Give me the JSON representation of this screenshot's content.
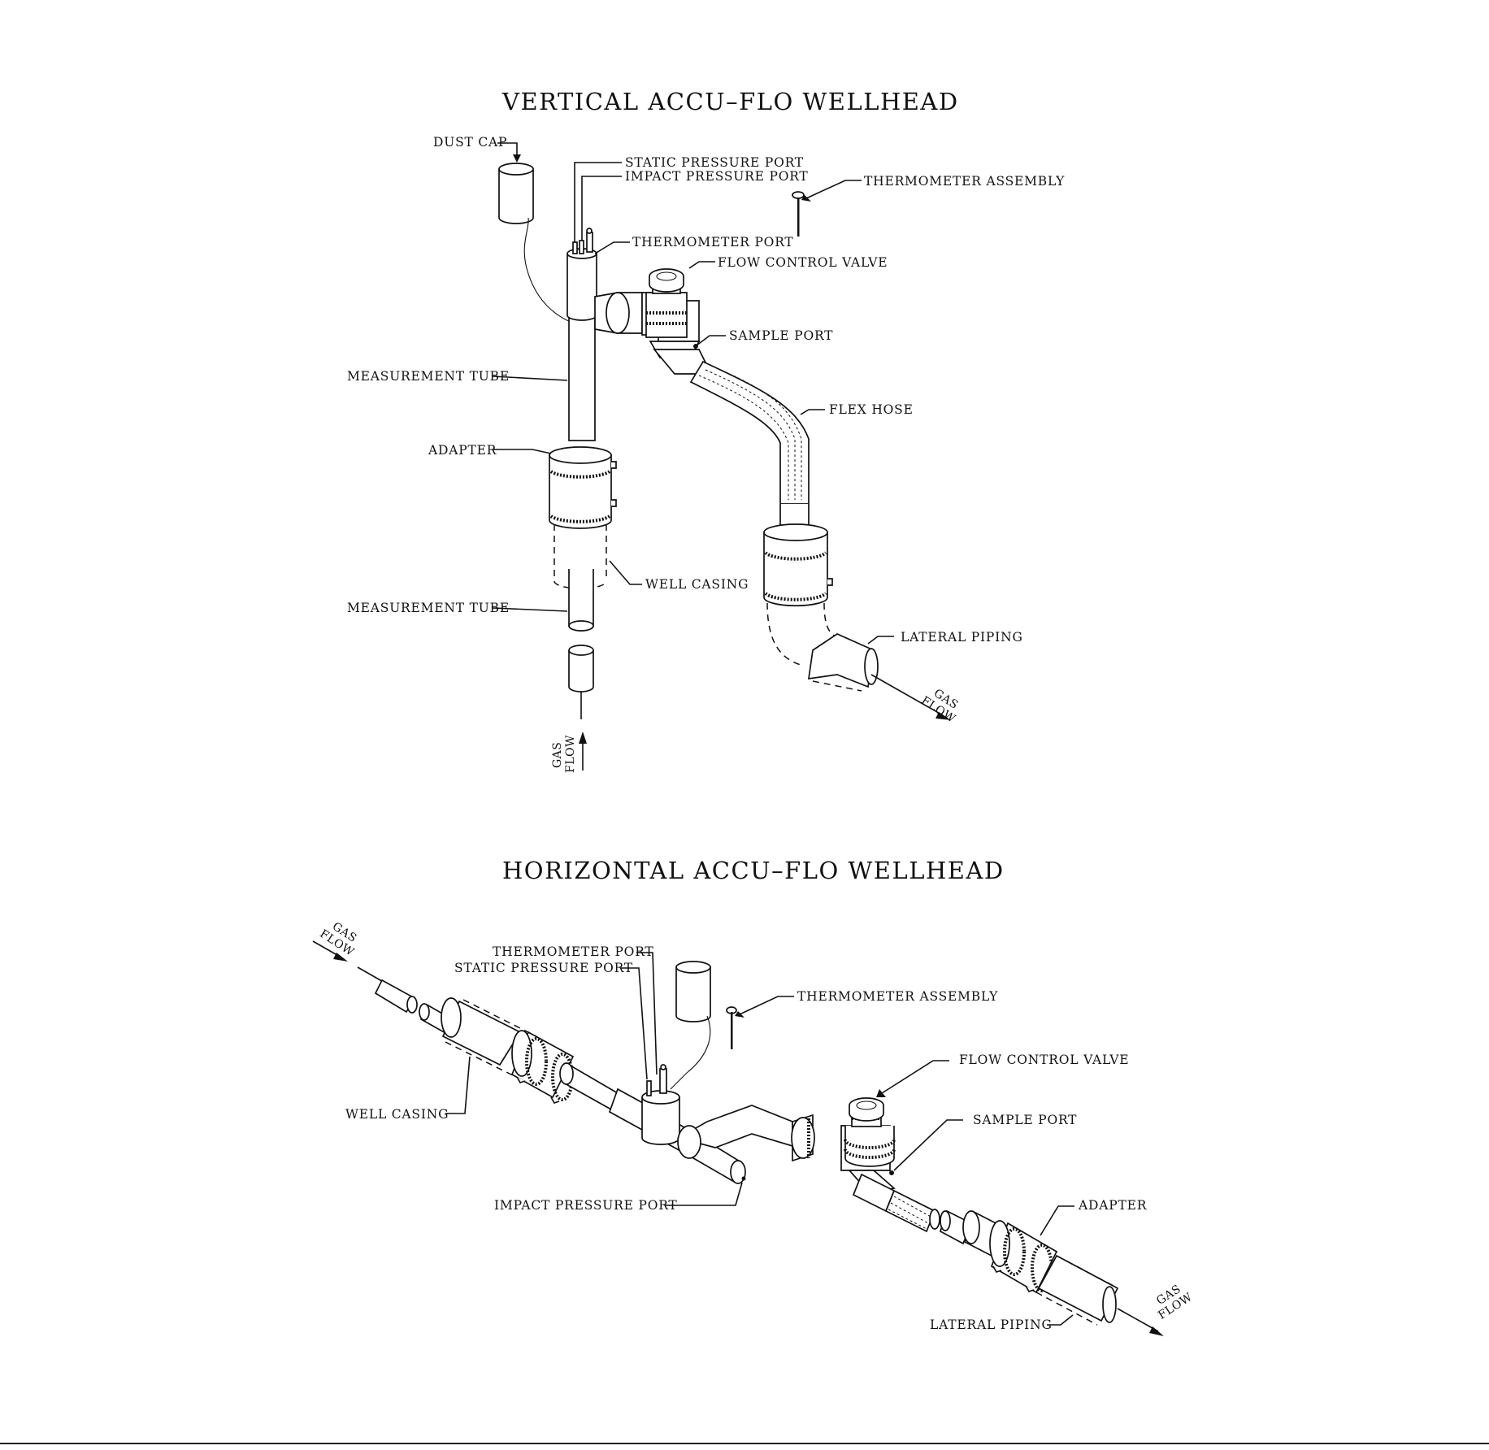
{
  "vertical": {
    "title": "VERTICAL ACCU–FLO WELLHEAD",
    "labels": {
      "dust_cap": "DUST CAP",
      "static_pressure_port": "STATIC PRESSURE PORT",
      "impact_pressure_port": "IMPACT PRESSURE PORT",
      "thermometer_assembly": "THERMOMETER ASSEMBLY",
      "thermometer_port": "THERMOMETER PORT",
      "flow_control_valve": "FLOW CONTROL VALVE",
      "sample_port": "SAMPLE PORT",
      "measurement_tube_upper": "MEASUREMENT TUBE",
      "flex_hose": "FLEX HOSE",
      "adapter": "ADAPTER",
      "well_casing": "WELL CASING",
      "measurement_tube_lower": "MEASUREMENT TUBE",
      "lateral_piping": "LATERAL PIPING"
    },
    "gas_flow_out": [
      "GAS",
      "FLOW"
    ],
    "gas_flow_in": [
      "GAS",
      "FLOW"
    ]
  },
  "horizontal": {
    "title": "HORIZONTAL ACCU–FLO WELLHEAD",
    "labels": {
      "thermometer_port": "THERMOMETER PORT",
      "static_pressure_port": "STATIC PRESSURE PORT",
      "thermometer_assembly": "THERMOMETER ASSEMBLY",
      "flow_control_valve": "FLOW CONTROL VALVE",
      "well_casing": "WELL CASING",
      "sample_port": "SAMPLE PORT",
      "adapter": "ADAPTER",
      "impact_pressure_port": "IMPACT PRESSURE PORT",
      "lateral_piping": "LATERAL PIPING"
    },
    "gas_flow_in": [
      "GAS",
      "FLOW"
    ],
    "gas_flow_out": [
      "GAS",
      "FLOW"
    ]
  }
}
